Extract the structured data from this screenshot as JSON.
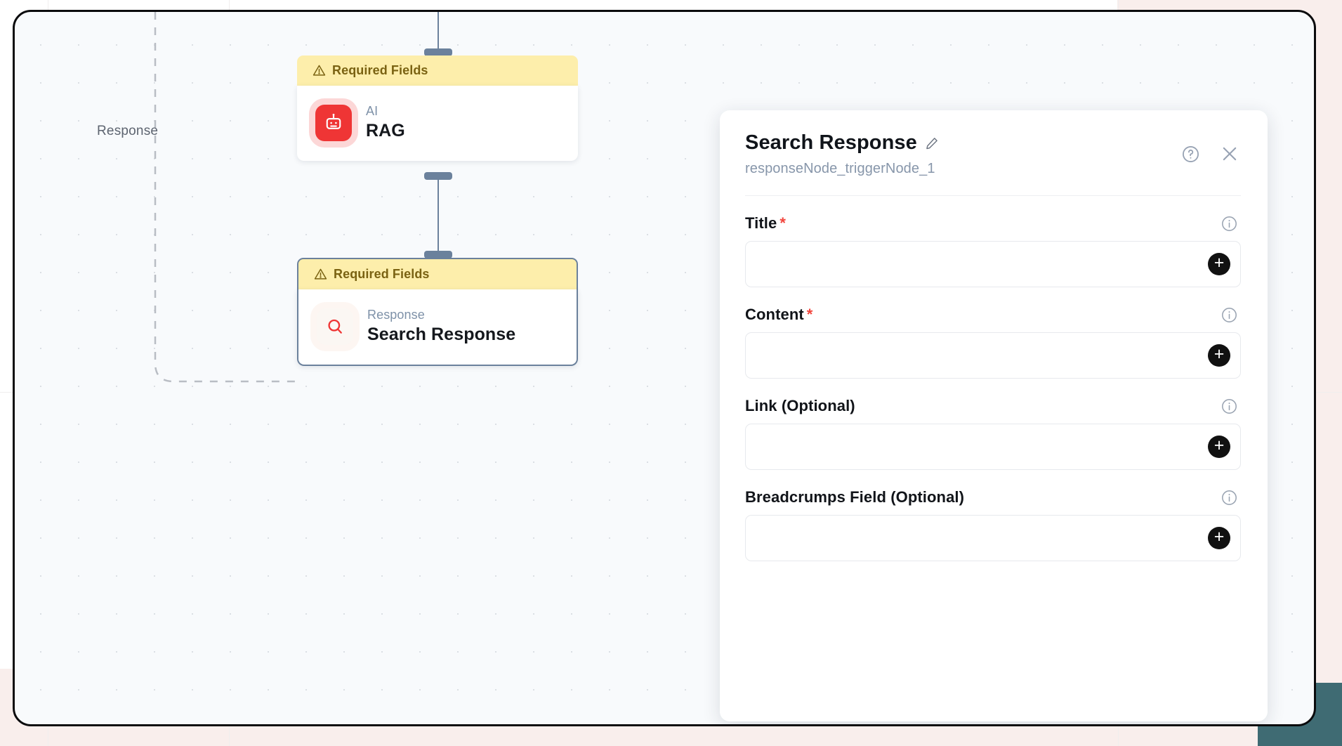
{
  "canvas": {
    "edge_label": "Response",
    "grid": "dot-grid"
  },
  "nodes": [
    {
      "id": "rag-node",
      "banner": "Required Fields",
      "banner_icon": "warning-triangle-icon",
      "icon": "robot-icon",
      "icon_color": "#ef3535",
      "kicker": "AI",
      "title": "RAG",
      "selected": false
    },
    {
      "id": "search-response-node",
      "banner": "Required Fields",
      "banner_icon": "warning-triangle-icon",
      "icon": "magnifier-icon",
      "icon_color": "#ef3535",
      "kicker": "Response",
      "title": "Search Response",
      "selected": true
    }
  ],
  "panel": {
    "title": "Search Response",
    "edit_icon": "pencil-icon",
    "subtitle": "responseNode_triggerNode_1",
    "help_icon": "question-circle-icon",
    "close_icon": "close-icon",
    "fields": [
      {
        "label": "Title",
        "required": true,
        "value": "",
        "info_icon": "info-circle-icon",
        "add_icon": "plus-icon"
      },
      {
        "label": "Content",
        "required": true,
        "value": "",
        "info_icon": "info-circle-icon",
        "add_icon": "plus-icon"
      },
      {
        "label": "Link (Optional)",
        "required": false,
        "value": "",
        "info_icon": "info-circle-icon",
        "add_icon": "plus-icon"
      },
      {
        "label": "Breadcrumps Field (Optional)",
        "required": false,
        "value": "",
        "info_icon": "info-circle-icon",
        "add_icon": "plus-icon"
      }
    ]
  },
  "colors": {
    "banner_bg": "#fdeeab",
    "banner_text": "#7a6212",
    "accent_red": "#ef3535",
    "selected_border": "#6b819c",
    "required_star": "#f2453d"
  }
}
